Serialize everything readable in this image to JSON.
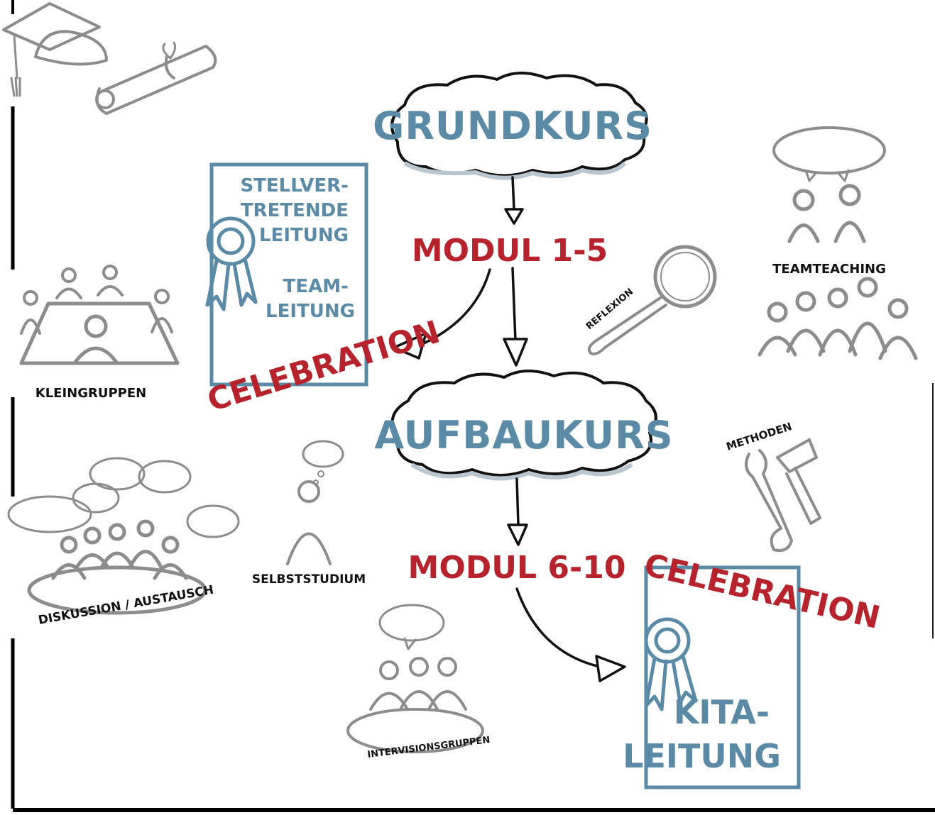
{
  "diagram": {
    "nodes": {
      "grundkurs": "GRUNDKURS",
      "modul_1_5": "MODUL 1-5",
      "aufbaukurs": "AUFBAUKURS",
      "modul_6_10": "MODUL 6-10"
    },
    "certificate_1": {
      "lines": [
        "STELLVER-",
        "TRETENDE",
        "LEITUNG",
        "TEAM-",
        "LEITUNG"
      ],
      "celebration": "CELEBRATION"
    },
    "certificate_2": {
      "lines": [
        "KITA-",
        "LEITUNG"
      ],
      "celebration": "CELEBRATION"
    },
    "methods": {
      "kleingruppen": "KLEINGRUPPEN",
      "diskussion": "DISKUSSION / AUSTAUSCH",
      "selbststudium": "SELBSTSTUDIUM",
      "intervisionsgruppen": "INTERVISIONSGRUPPEN",
      "reflexion": "REFLEXION",
      "teamteaching": "TEAMTEACHING",
      "methoden": "METHODEN"
    },
    "colors": {
      "blue": "#5b8aa6",
      "red": "#b7232d",
      "gray": "#8c8c8c",
      "black": "#111111"
    }
  }
}
